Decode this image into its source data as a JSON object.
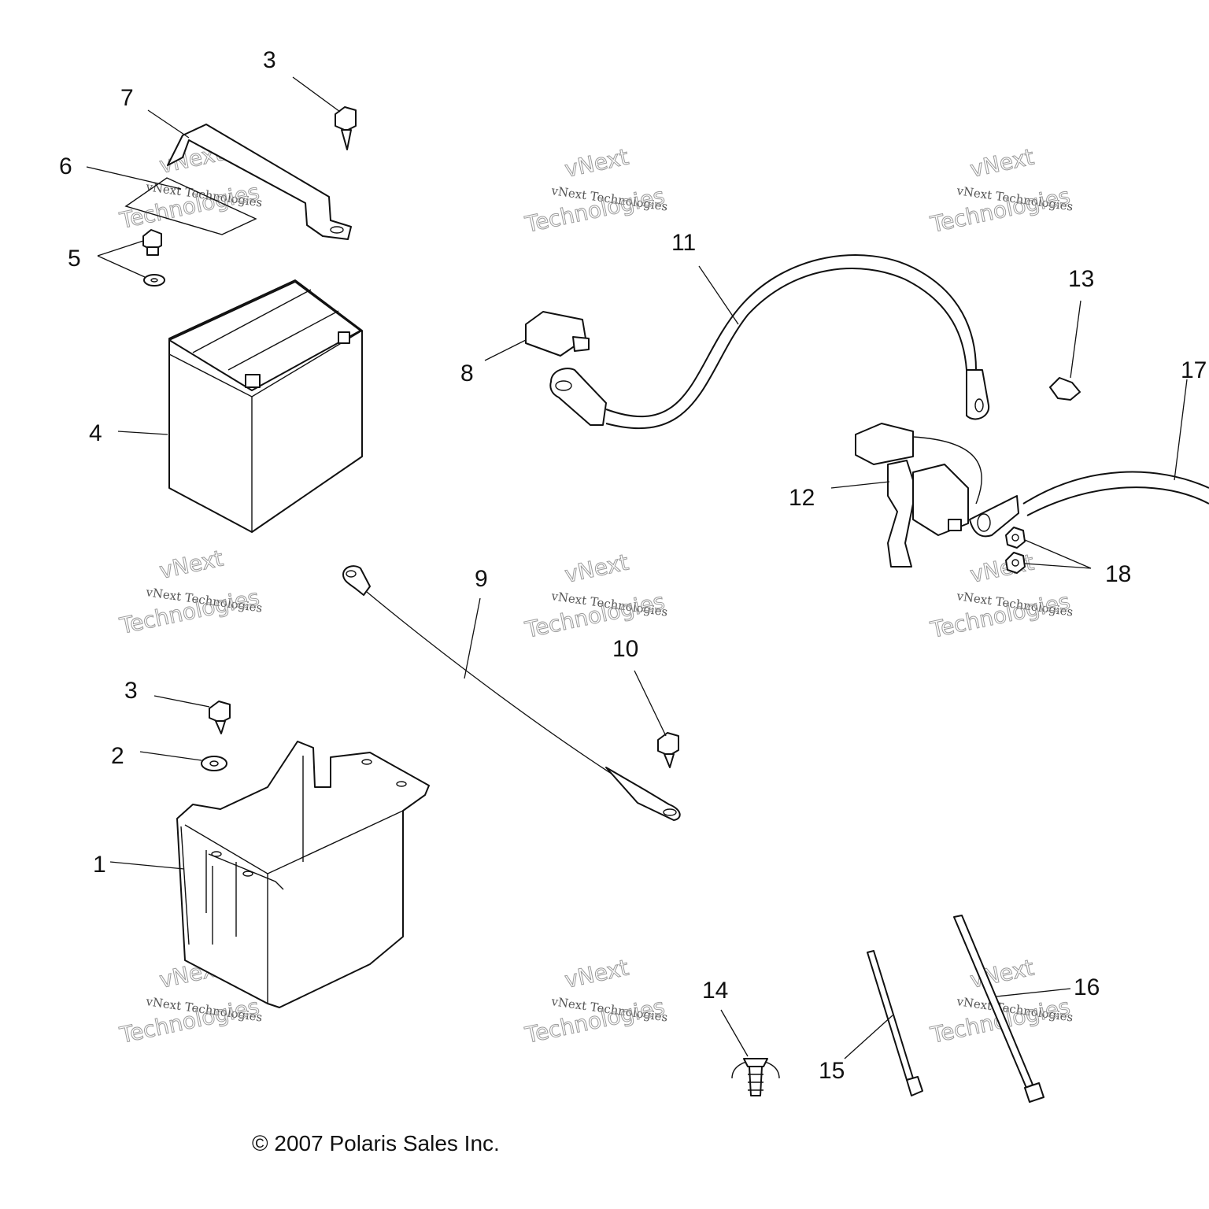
{
  "callouts": [
    "1",
    "2",
    "3",
    "4",
    "5",
    "6",
    "7",
    "8",
    "9",
    "10",
    "11",
    "12",
    "13",
    "14",
    "15",
    "16",
    "17",
    "18"
  ],
  "copyright": "© 2007 Polaris Sales Inc.",
  "watermark": {
    "line1": "vNext Technologies",
    "line2": "vNext",
    "line3": "Technologies"
  }
}
